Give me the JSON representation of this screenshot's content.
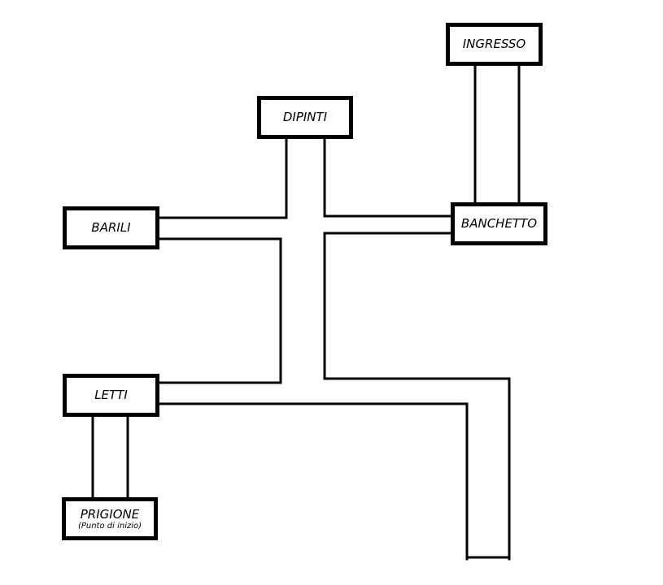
{
  "diagram": {
    "rooms": {
      "ingresso": {
        "label": "INGRESSO"
      },
      "dipinti": {
        "label": "DIPINTI"
      },
      "barili": {
        "label": "BARILI"
      },
      "banchetto": {
        "label": "BANCHETTO"
      },
      "letti": {
        "label": "LETTI"
      },
      "prigione": {
        "label": "PRIGIONE",
        "sublabel": "(Punto di inizio)"
      }
    },
    "colors": {
      "wall": "#000000",
      "floor": "#ffffff"
    }
  }
}
